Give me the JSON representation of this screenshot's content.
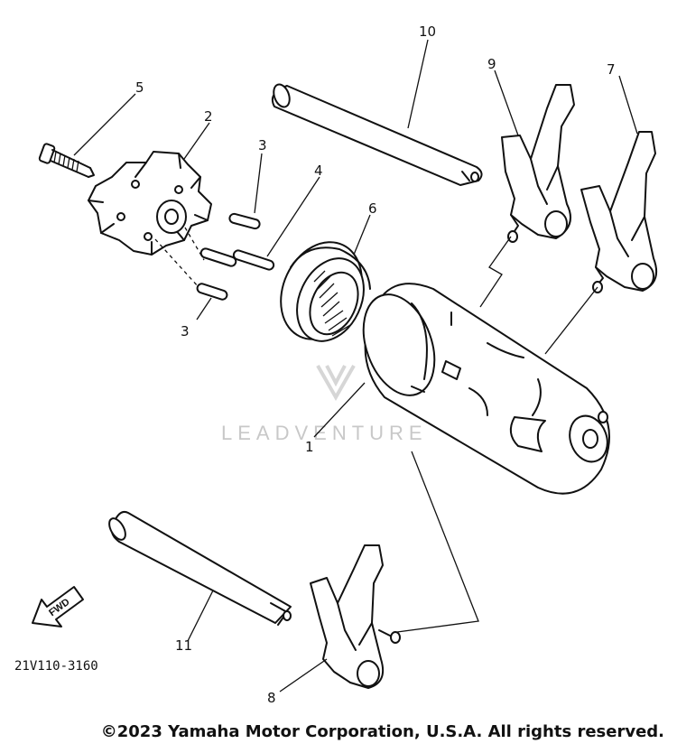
{
  "callouts": {
    "c1": "1",
    "c2": "2",
    "c3a": "3",
    "c3b": "3",
    "c4": "4",
    "c5": "5",
    "c6": "6",
    "c7": "7",
    "c8": "8",
    "c9": "9",
    "c10": "10",
    "c11": "11"
  },
  "part_code": "21V110-3160",
  "direction_marker": "FWD",
  "watermark": "LEADVENTURE",
  "copyright": "©2023 Yamaha Motor Corporation, U.S.A. All rights reserved."
}
